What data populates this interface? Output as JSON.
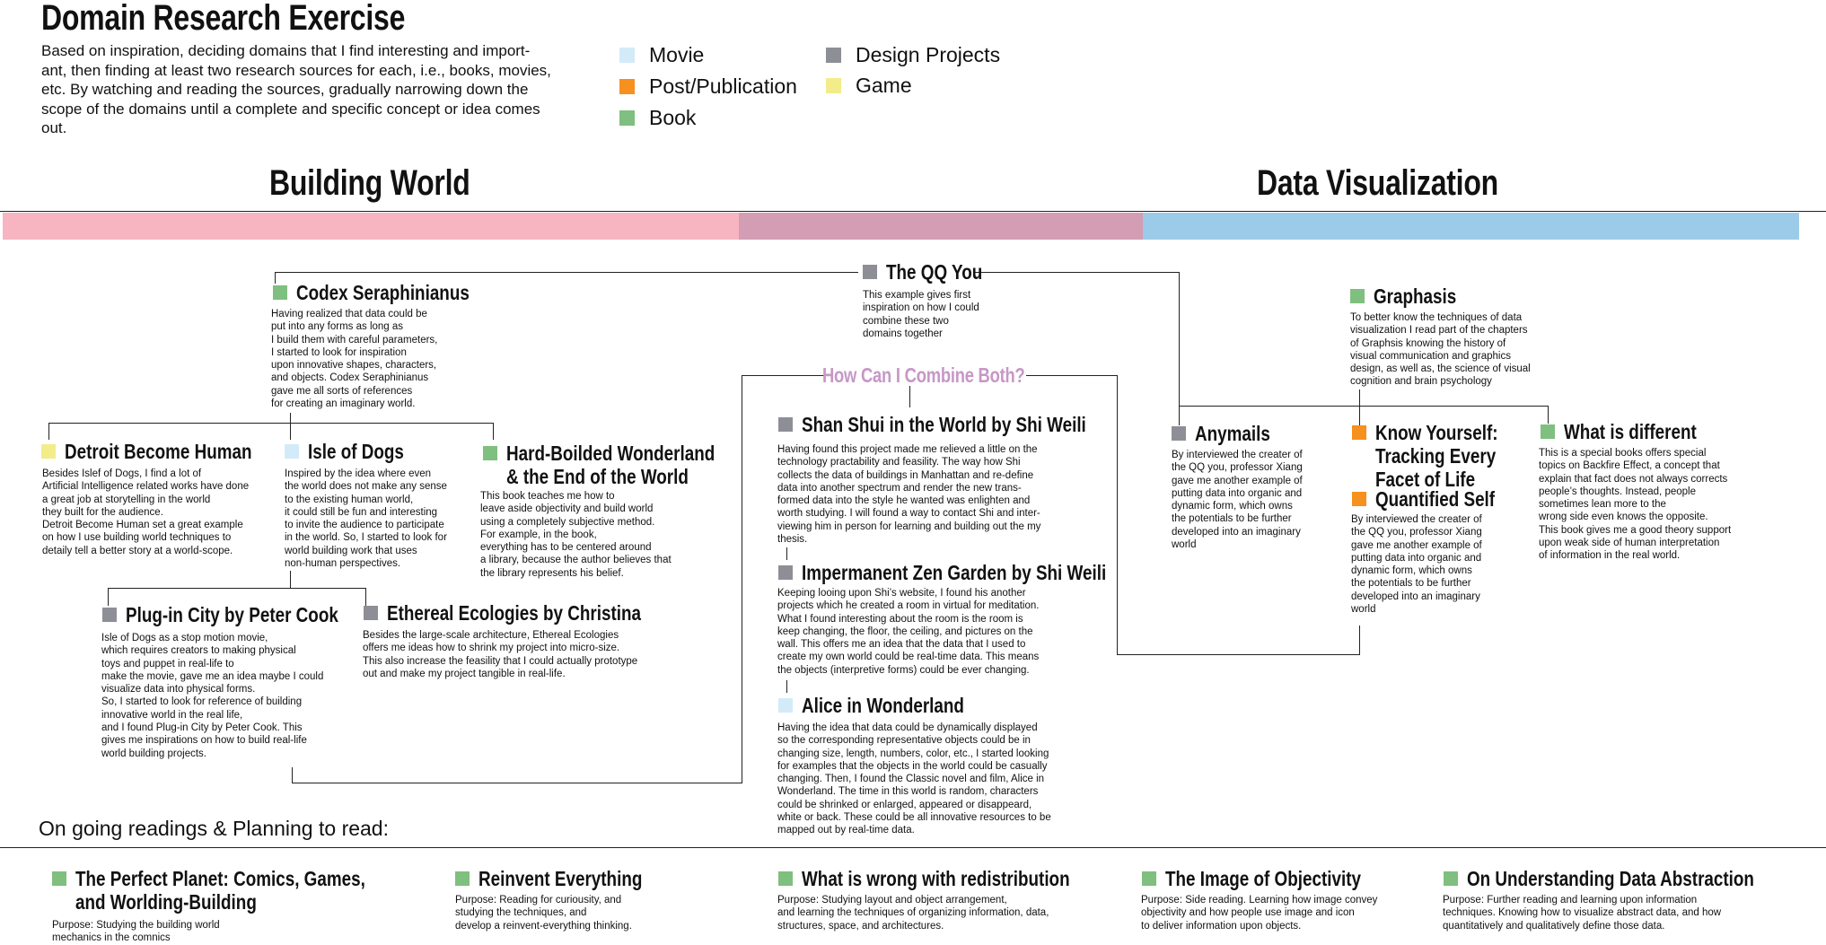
{
  "header": {
    "title": "Domain Research Exercise",
    "intro": "Based on inspiration, deciding domains that I find interesting and import-\nant, then finding at least two research sources for each, i.e., books, movies,\netc. By watching and reading the sources, gradually narrowing down the\nscope of the domains until a complete and specific concept or idea comes\nout."
  },
  "legend": [
    {
      "label": "Movie",
      "color": "#d3ebf8"
    },
    {
      "label": "Post/Publication",
      "color": "#f6901e"
    },
    {
      "label": "Book",
      "color": "#7fbf7f"
    },
    {
      "label": "Design Projects",
      "color": "#8e8e96"
    },
    {
      "label": "Game",
      "color": "#f3ec8a"
    }
  ],
  "colors": {
    "movie": "#d3ebf8",
    "post": "#f6901e",
    "book": "#7fbf7f",
    "design": "#8e8e96",
    "game": "#f3ec8a",
    "band_pink": "#f7b5c2",
    "band_mauve": "#d39db4",
    "band_blue": "#9ccbe9",
    "question": "#c797c7"
  },
  "domains": {
    "left": "Building World",
    "right": "Data Visualization"
  },
  "question": "How Can I Combine Both?",
  "cards": {
    "codex": {
      "title": "Codex Seraphinianus",
      "text": "Having realized that data could be\nput into any forms as long as\nI build them with careful parameters,\nI started to look for inspiration\nupon innovative shapes, characters,\nand objects. Codex Seraphinianus\ngave me all sorts of references\nfor creating an imaginary world."
    },
    "detroit": {
      "title": "Detroit Become Human",
      "text": "Besides Islef of Dogs, I find a lot of\nArtificial Intelligence related works have done\na great job at storytelling in the world\nthey built for the audience.\nDetroit Become Human set a great example\non how I use building world techniques to\ndetaily tell a better story at a world-scope."
    },
    "isle": {
      "title": "Isle of Dogs",
      "text": "Inspired by the idea where even\nthe world does not make any sense\nto the existing human world,\nit could still be fun and interesting\nto invite the audience to participate\nin the world. So, I started to look for\nworld building work that uses\nnon-human perspectives."
    },
    "hard": {
      "title": "Hard-Boilded Wonderland\n& the End of the World",
      "text": "This book teaches me how to\nleave aside objectivity and build world\nusing a completely subjective method.\nFor example, in the book,\neverything has to be centered around\na library, because the author believes that\nthe library represents his belief."
    },
    "plugin": {
      "title": "Plug-in City by Peter Cook",
      "text": "Isle of Dogs as a stop motion movie,\nwhich requires creators to making physical\ntoys and puppet in real-life to\nmake the movie, gave me an idea maybe I could\nvisualize data into physical forms.\nSo, I started to look for reference of building\ninnovative world in the real life,\nand I found Plug-in City by Peter Cook. This\ngives me inspirations on how to build real-life\nworld building projects."
    },
    "ethereal": {
      "title": "Ethereal Ecologies by Christina",
      "text": "Besides the large-scale architecture, Ethereal Ecologies\noffers me ideas how to shrink my project into micro-size.\nThis also increase the feasility that I could actually prototype\nout and make my project tangible in real-life."
    },
    "qq": {
      "title": "The QQ You",
      "text": "This example gives first\ninspiration on how I could\ncombine these two\ndomains together"
    },
    "shan": {
      "title": "Shan Shui in the World by Shi Weili",
      "text": "Having found this project made me relieved a little on the\ntechnology practability and feasility. The way how Shi\ncollects the data of buildings in Manhattan and re-define\ndata into another spectrum and render the new trans-\nformed data into the style he wanted was enlighten and\nworth studying. I will found a way to contact Shi and inter-\nviewing him in person for learning and building out the my\nthesis."
    },
    "zen": {
      "title": "Impermanent Zen Garden by Shi Weili",
      "text": "Keeping looing upon Shi’s website, I found his another\nprojects which he created a room in virtual for meditation.\nWhat I found interesting about the room is the room is\nkeep changing, the floor, the ceiling, and pictures on the\nwall. This offers me an idea that the data that I used to\ncreate my own world could be real-time data. This means\nthe objects (interpretive forms) could be ever changing."
    },
    "alice": {
      "title": "Alice in Wonderland",
      "text": "Having the idea that data could be dynamically displayed\nso the corresponding representative objects could be in\nchanging size, length, numbers, color, etc., I started looking\nfor examples that the objects in the world could be casually\nchanging. Then, I found the Classic novel and film, Alice in\nWonderland. The time in this world is random, characters\ncould be shrinked or enlarged, appeared or disappeard,\nwhite or back. These could be all innovative resources to be\nmapped out by real-time data."
    },
    "graphasis": {
      "title": "Graphasis",
      "text": "To better know the techniques of data\nvisualization I read part of the chapters\nof Graphsis knowing the history of\nvisual communication and graphics\ndesign, as well as, the science of visual\ncognition and brain psychology"
    },
    "anymails": {
      "title": "Anymails",
      "text": "By interviewed the creater of\nthe QQ you, professor Xiang\ngave me another example of\nputting data into organic and\ndynamic form, which owns\nthe potentials to be further\ndeveloped into an imaginary\nworld"
    },
    "know": {
      "title": "Know Yourself:\nTracking Every\nFacet of Life",
      "title2": "Quantified Self",
      "text": "By interviewed the creater of\nthe QQ you, professor Xiang\ngave me another example of\nputting data into organic and\ndynamic form, which owns\nthe potentials to be further\ndeveloped into an imaginary\nworld"
    },
    "different": {
      "title": "What is different",
      "text": "This is a special books offers special\ntopics on Backfire Effect, a concept that\nexplain that fact does not always corrects\npeople’s thoughts. Instead, people\nsometimes lean more to the\nwrong side even knows the opposite.\nThis book gives me a good theory support\nupon weak side of human interpretation\nof information in the real world."
    }
  },
  "readings": {
    "heading": "On going readings & Planning to read:",
    "items": [
      {
        "title": "The Perfect Planet: Comics, Games,\nand Worlding-Building",
        "text": "Purpose: Studying the building world\nmechanics in the comnics"
      },
      {
        "title": "Reinvent Everything",
        "text": "Purpose: Reading for curiousity, and\nstudying the techniques, and\ndevelop a reinvent-everything thinking."
      },
      {
        "title": "What is wrong with redistribution",
        "text": "Purpose: Studying layout and object arrangement,\nand learning the techniques of organizing information, data,\nstructures, space, and architectures."
      },
      {
        "title": "The Image of Objectivity",
        "text": "Purpose: Side reading. Learning how image convey\nobjectivity and how people use image and icon\nto deliver information upon objects."
      },
      {
        "title": "On Understanding Data Abstraction",
        "text": "Purpose: Further reading and learning upon information\ntechniques. Knowing how to visualize abstract data, and how\nquantitatively and qualitatively define those data."
      }
    ]
  }
}
